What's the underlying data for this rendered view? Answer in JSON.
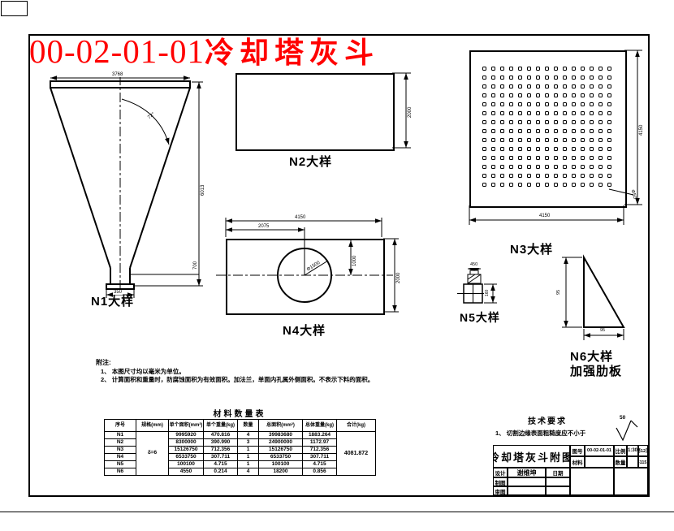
{
  "page": {
    "title_code": "00-02-01-01",
    "title_name": "冷却塔灰斗",
    "accent_color": "#ff0000",
    "line_color": "#000000"
  },
  "details": {
    "n1": {
      "label": "N1大样",
      "dim_top": "3768",
      "dim_height": "6013",
      "dim_angle": "72°",
      "dim_offset": "700",
      "dim_spout": "350"
    },
    "n2": {
      "label": "N2大样",
      "dim_height": "2000"
    },
    "n3": {
      "label": "N3大样",
      "dim_width": "4150",
      "dim_height": "4150",
      "hole_label": "Φ50",
      "holes_cols": 15,
      "holes_rows": 14
    },
    "n4": {
      "label": "N4大样",
      "dim_width": "4150",
      "dim_half": "2075",
      "dim_height": "2000",
      "dim_center": "1000",
      "circle_label": "Φ1500"
    },
    "n5": {
      "label": "N5大样",
      "dim_top": "450",
      "dim_side": "160"
    },
    "n6": {
      "label": "N6大样",
      "sublabel": "加强肋板",
      "dim_left": "95",
      "dim_bottom": "95"
    }
  },
  "notes": {
    "title": "附注:",
    "items": [
      "1、 本图尺寸均以毫米为单位。",
      "2、 计算面积和重量时，防腐蚀面积为有效面积。加法兰，单面内孔属外侧面积。不表示下料的面积。"
    ]
  },
  "material_table": {
    "title": "材料数量表",
    "headers": [
      "序号",
      "规格(mm)",
      "单个面积(mm²)",
      "单个重量(kg)",
      "数量",
      "总面积(mm²)",
      "总体重量(kg)",
      "合计(kg)"
    ],
    "spec": "δ=6",
    "total": "4081.872",
    "rows": [
      {
        "id": "N1",
        "area": "9995920",
        "weight": "470.816",
        "qty": "4",
        "total_area": "39983680",
        "total_weight": "1883.264"
      },
      {
        "id": "N2",
        "area": "8300000",
        "weight": "390.990",
        "qty": "3",
        "total_area": "24900000",
        "total_weight": "1172.97"
      },
      {
        "id": "N3",
        "area": "15126750",
        "weight": "712.356",
        "qty": "1",
        "total_area": "15126750",
        "total_weight": "712.356"
      },
      {
        "id": "N4",
        "area": "6533750",
        "weight": "307.711",
        "qty": "1",
        "total_area": "6533750",
        "total_weight": "307.711"
      },
      {
        "id": "N5",
        "area": "100100",
        "weight": "4.715",
        "qty": "1",
        "total_area": "100100",
        "total_weight": "4.715"
      },
      {
        "id": "N6",
        "area": "4550",
        "weight": "0.214",
        "qty": "4",
        "total_area": "18200",
        "total_weight": "0.856"
      }
    ]
  },
  "tech_req": {
    "title": "技术要求",
    "item": "1、 切割边缘表面粗糙度应不小于",
    "roughness": "50"
  },
  "title_block": {
    "drawing_name": "冷却塔灰斗附图",
    "fig_no_label": "图号",
    "fig_no": "00-02-01-01",
    "scale_label": "比例",
    "scale": "1:30",
    "page": "第12页",
    "material_label": "材料",
    "material": "",
    "qty_label": "数量",
    "qty": "",
    "pages_total": "共115页",
    "design_label": "设计",
    "designer": "谢维坤",
    "date_label": "日期",
    "draft_label": "制图",
    "review_label": "审图"
  }
}
